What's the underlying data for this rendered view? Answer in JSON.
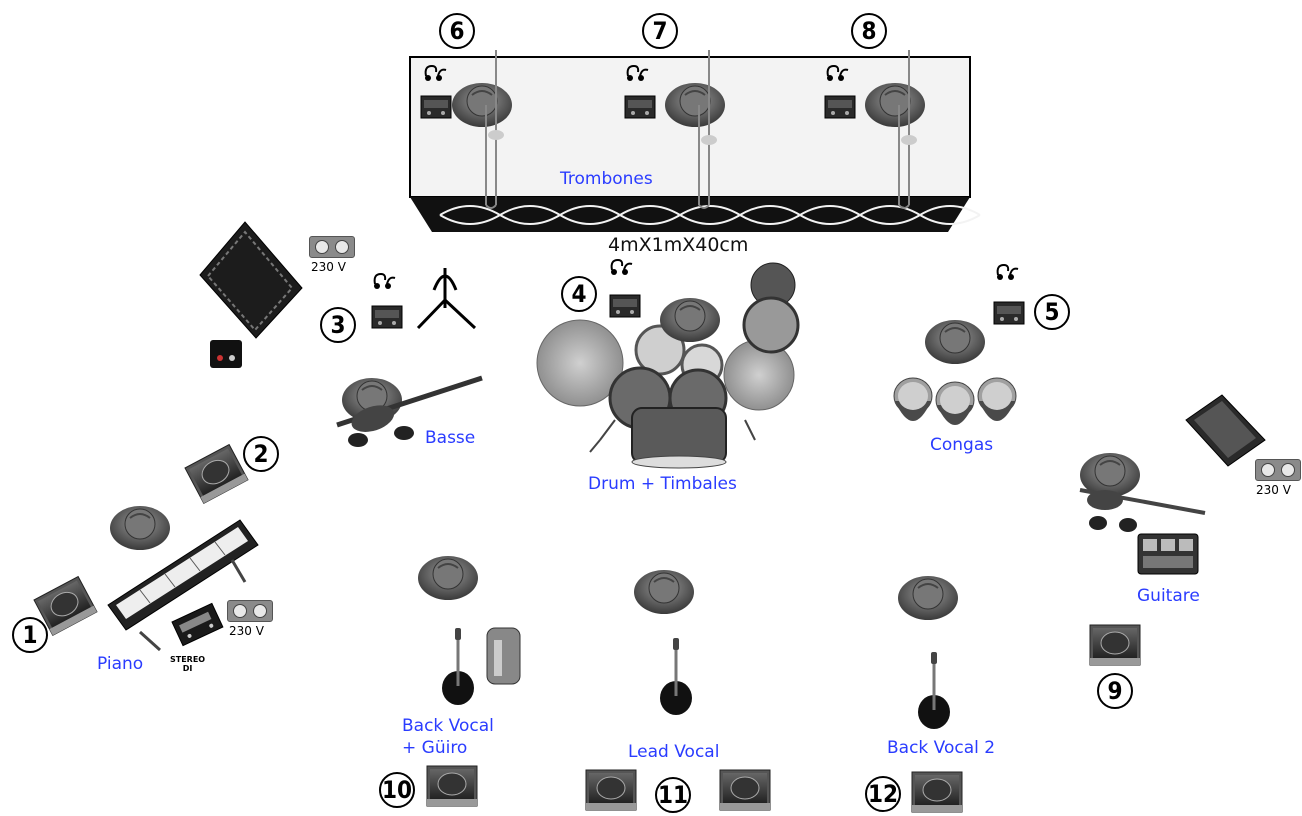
{
  "riser": {
    "label": "Trombones",
    "dimensions": "4mX1mX40cm"
  },
  "channels": {
    "n1": "1",
    "n2": "2",
    "n3": "3",
    "n4": "4",
    "n5": "5",
    "n6": "6",
    "n7": "7",
    "n8": "8",
    "n9": "9",
    "n10": "10",
    "n11": "11",
    "n12": "12"
  },
  "musicians": {
    "piano": "Piano",
    "bass": "Basse",
    "drums": "Drum + Timbales",
    "congas": "Congas",
    "guitar": "Guitare",
    "back_vocal_1_line1": "Back Vocal",
    "back_vocal_1_line2": "+ Güiro",
    "lead_vocal": "Lead Vocal",
    "back_vocal_2": "Back Vocal 2"
  },
  "power": {
    "voltage": "230 V"
  },
  "di_box": {
    "line1": "STEREO",
    "line2": "DI"
  },
  "colors": {
    "label": "#2a3cff",
    "riser_fill": "#f3f3f3"
  }
}
